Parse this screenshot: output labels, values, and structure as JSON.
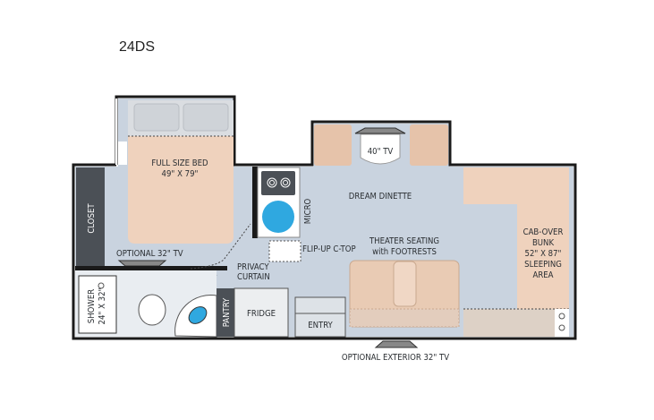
{
  "model": "24DS",
  "labels": {
    "bed_line1": "FULL SIZE BED",
    "bed_line2": "49\" X 79\"",
    "closet": "CLOSET",
    "optional_tv": "OPTIONAL 32\" TV",
    "privacy_line1": "PRIVACY",
    "privacy_line2": "CURTAIN",
    "micro": "MICRO",
    "flip_up": "FLIP-UP C-TOP",
    "tv40": "40\" TV",
    "dinette": "DREAM DINETTE",
    "theater_line1": "THEATER SEATING",
    "theater_line2": "with FOOTRESTS",
    "cab_line1": "CAB-OVER",
    "cab_line2": "BUNK",
    "cab_line3": "52\" X 87\"",
    "cab_line4": "SLEEPING",
    "cab_line5": "AREA",
    "shower_line1": "SHOWER",
    "shower_line2": "24\" X 32\"",
    "pantry": "PANTRY",
    "fridge": "FRIDGE",
    "entry": "ENTRY",
    "exterior_tv": "OPTIONAL EXTERIOR 32\" TV"
  },
  "colors": {
    "floor": "#c9d3df",
    "wall": "#1a1a1a",
    "furniture_tan": "#efd2bd",
    "cabinet_dark": "#4b5056",
    "sink_blue": "#2fa8e0"
  }
}
